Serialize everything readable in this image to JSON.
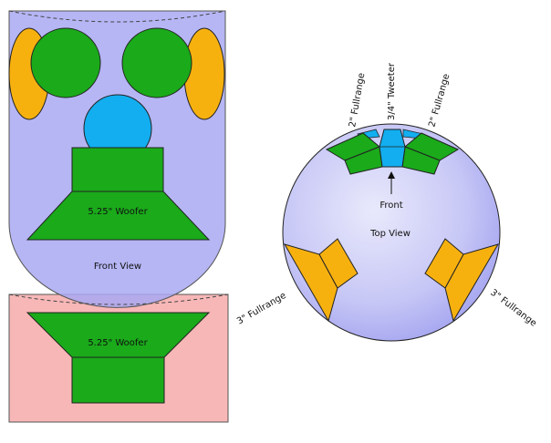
{
  "labels": {
    "front_view": "Front View",
    "top_view": "Top View",
    "front": "Front",
    "woofer_upper": "5.25\" Woofer",
    "woofer_lower": "5.25\" Woofer",
    "tweeter": "3/4\" Tweeter",
    "fullrange_2_left": "2\" Fullrange",
    "fullrange_2_right": "2\" Fullrange",
    "fullrange_3_left": "3\" Fullrange",
    "fullrange_3_right": "3\" Fullrange"
  },
  "colors": {
    "enclosure_fill": "#b3b3f5",
    "base_fill": "#f8b7b7",
    "driver_green": "#1aaa1a",
    "driver_orange": "#f7b10f",
    "tweeter_blue": "#12aef0",
    "outline": "#222222"
  }
}
